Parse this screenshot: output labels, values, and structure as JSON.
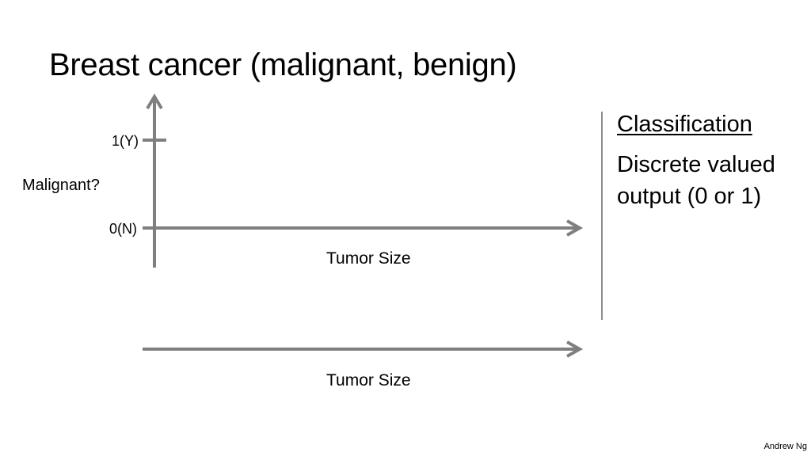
{
  "slide": {
    "title": "Breast cancer (malignant, benign)",
    "author": "Andrew Ng"
  },
  "chart_data": [
    {
      "type": "scatter",
      "ylabel": "Malignant?",
      "xlabel": "Tumor Size",
      "yticks": [
        "1(Y)",
        "0(N)"
      ],
      "series": []
    },
    {
      "type": "scatter",
      "xlabel": "Tumor Size",
      "series": []
    }
  ],
  "side_panel": {
    "heading": "Classification",
    "text": "Discrete valued output (0 or 1)"
  },
  "colors": {
    "axis": "#7f7f7f",
    "divider": "#404040",
    "text": "#000000"
  }
}
